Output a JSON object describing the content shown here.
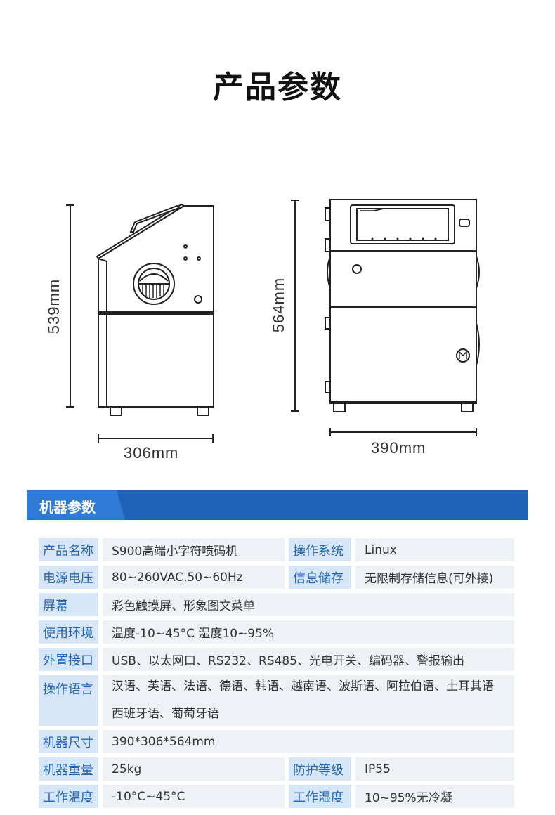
{
  "page": {
    "title": "产品参数"
  },
  "drawing": {
    "side_height": "539mm",
    "side_width": "306mm",
    "front_height": "564mm",
    "front_width": "390mm"
  },
  "section": {
    "title": "机器参数"
  },
  "specs": {
    "product_name": {
      "label": "产品名称",
      "value": "S900高端小字符喷码机"
    },
    "os": {
      "label": "操作系统",
      "value": "Linux"
    },
    "voltage": {
      "label": "电源电压",
      "value": "80~260VAC,50~60Hz"
    },
    "storage": {
      "label": "信息储存",
      "value": "无限制存储信息(可外接)"
    },
    "screen": {
      "label": "屏幕",
      "value": "彩色触摸屏、形象图文菜单"
    },
    "environment": {
      "label": "使用环境",
      "value": "温度-10~45°C 湿度10~95%"
    },
    "interfaces": {
      "label": "外置接口",
      "value": "USB、以太网口、RS232、RS485、光电开关、编码器、警报输出"
    },
    "languages": {
      "label": "操作语言",
      "line1": "汉语、英语、法语、德语、韩语、越南语、波斯语、阿拉伯语、土耳其语",
      "line2": "西班牙语、葡萄牙语"
    },
    "size": {
      "label": "机器尺寸",
      "value": "390*306*564mm"
    },
    "weight": {
      "label": "机器重量",
      "value": "25kg"
    },
    "protection": {
      "label": "防护等级",
      "value": "IP55"
    },
    "work_temp": {
      "label": "工作温度",
      "value": "-10°C~45°C"
    },
    "work_humidity": {
      "label": "工作湿度",
      "value": "10~95%无冷凝"
    }
  }
}
